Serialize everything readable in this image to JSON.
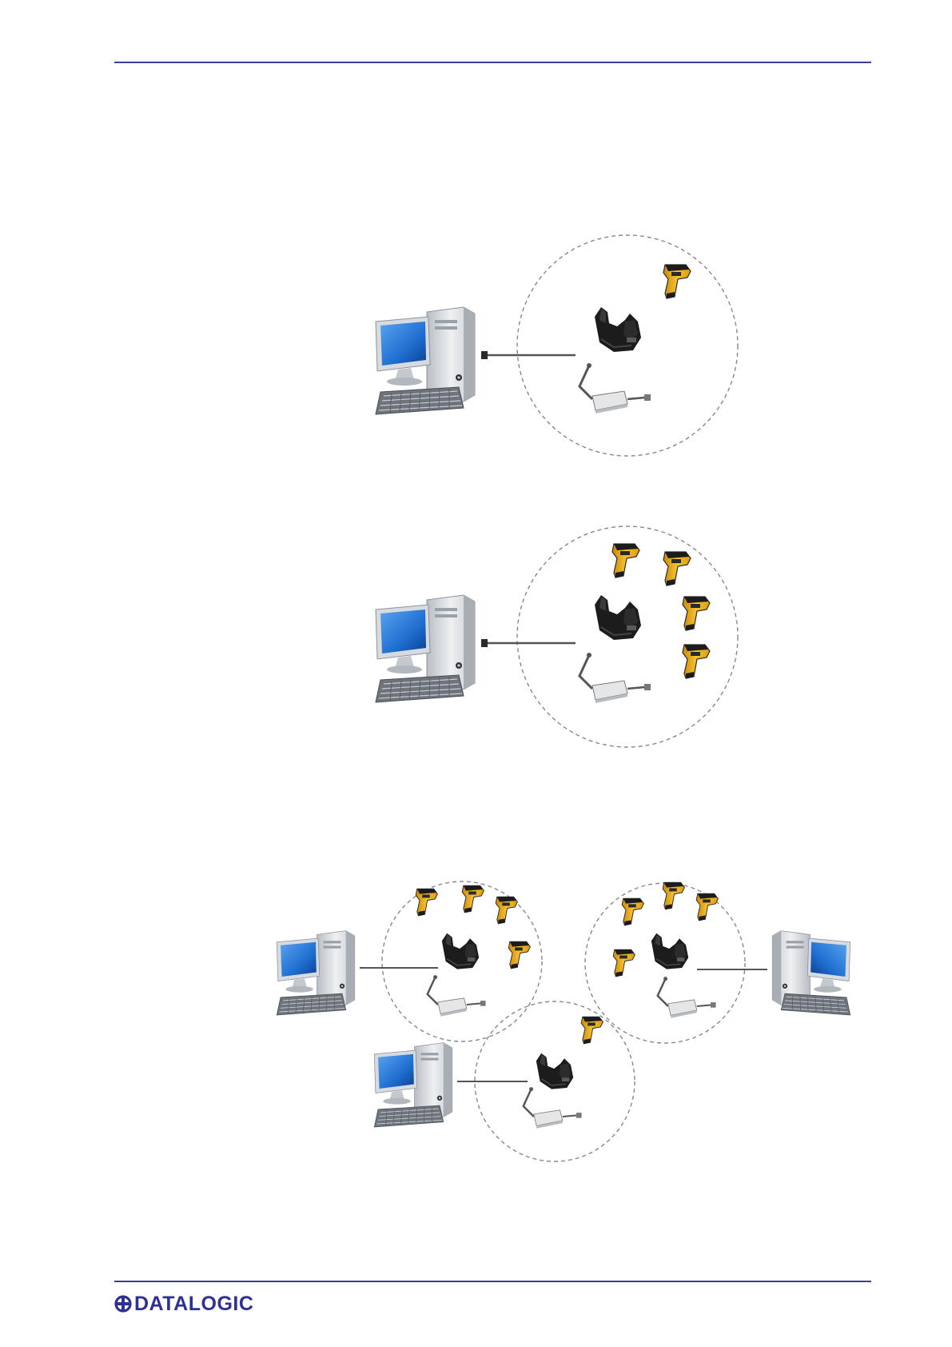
{
  "footer": {
    "brand": "DATALOGIC",
    "brand_color": "#2e3192"
  },
  "colors": {
    "rule": "#3c3f8c",
    "scanner_body": "#f2b316",
    "scanner_dark": "#1c1c1c",
    "monitor_screen": "#1f6fd1",
    "dashed_range": "#888888"
  },
  "diagrams": [
    {
      "name": "single-cradle-single-scanner",
      "cradles": 1,
      "scanners": 1,
      "computers": 1
    },
    {
      "name": "single-cradle-multiple-scanners",
      "cradles": 1,
      "scanners": 4,
      "computers": 1
    },
    {
      "name": "multiple-cradles-multiple-scanners",
      "cradles": 3,
      "scanners": 9,
      "computers": 3
    }
  ]
}
